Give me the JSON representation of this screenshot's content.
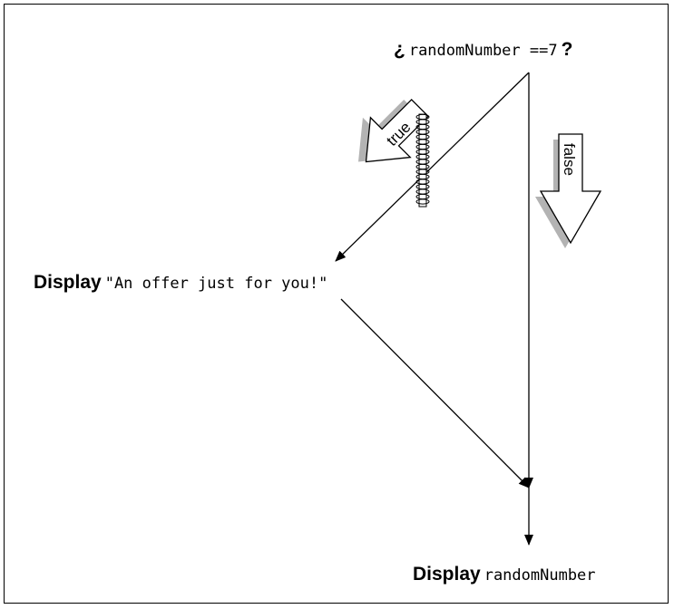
{
  "condition": {
    "open_mark": "¿",
    "expression": "randomNumber ==7",
    "close_mark": "?"
  },
  "true_branch": {
    "arrow_label": "true",
    "keyword": "Display",
    "text": "\"An offer just for you!\""
  },
  "false_branch": {
    "arrow_label": "false"
  },
  "final_step": {
    "keyword": "Display",
    "text": "randomNumber"
  },
  "colors": {
    "line": "#000000",
    "arrow_fill": "#ffffff",
    "arrow_shadow": "#b3b3b3"
  }
}
